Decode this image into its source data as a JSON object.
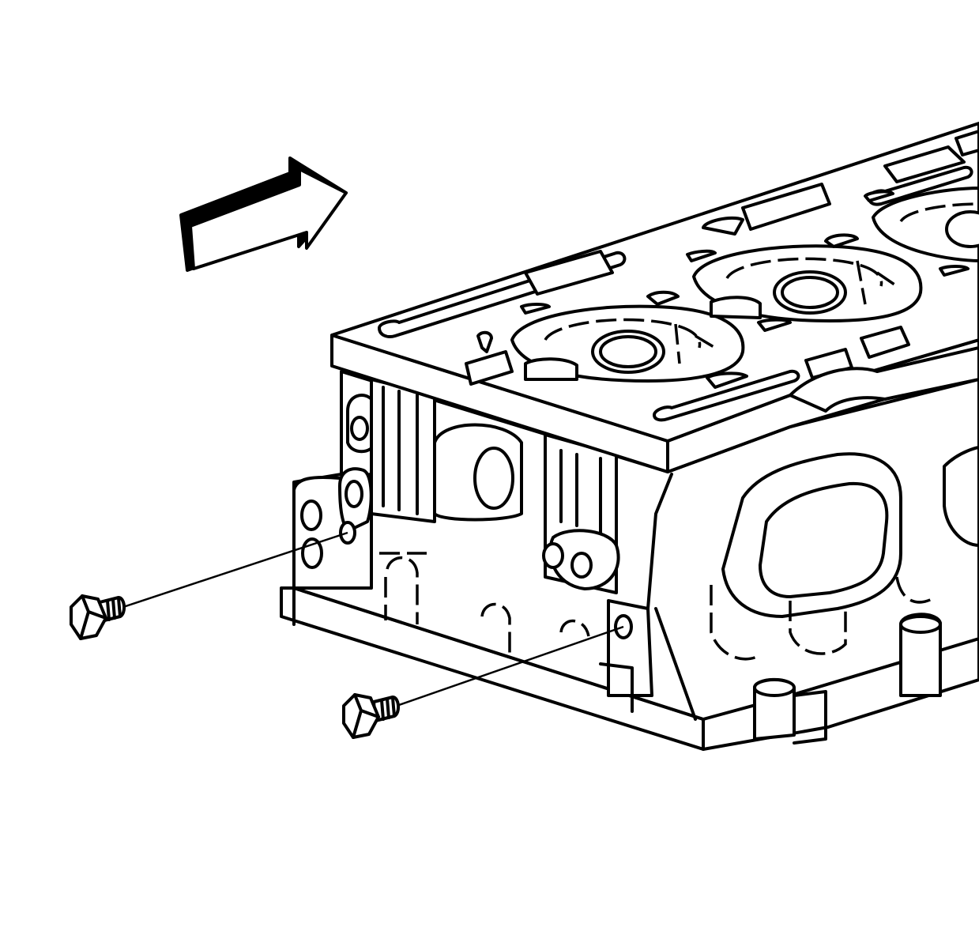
{
  "figure": {
    "arrow_direction": "up-right",
    "line_color": "#000000",
    "background_color": "#ffffff",
    "arrow_fill": "#000000"
  },
  "components": [
    {
      "name": "cylinder-head",
      "icon": "cylinder-head-outline"
    },
    {
      "name": "direction-arrow",
      "icon": "arrow-up-right-icon"
    },
    {
      "name": "plug-bolt-upper",
      "icon": "hex-bolt-icon"
    },
    {
      "name": "plug-bolt-lower",
      "icon": "hex-bolt-icon"
    }
  ]
}
